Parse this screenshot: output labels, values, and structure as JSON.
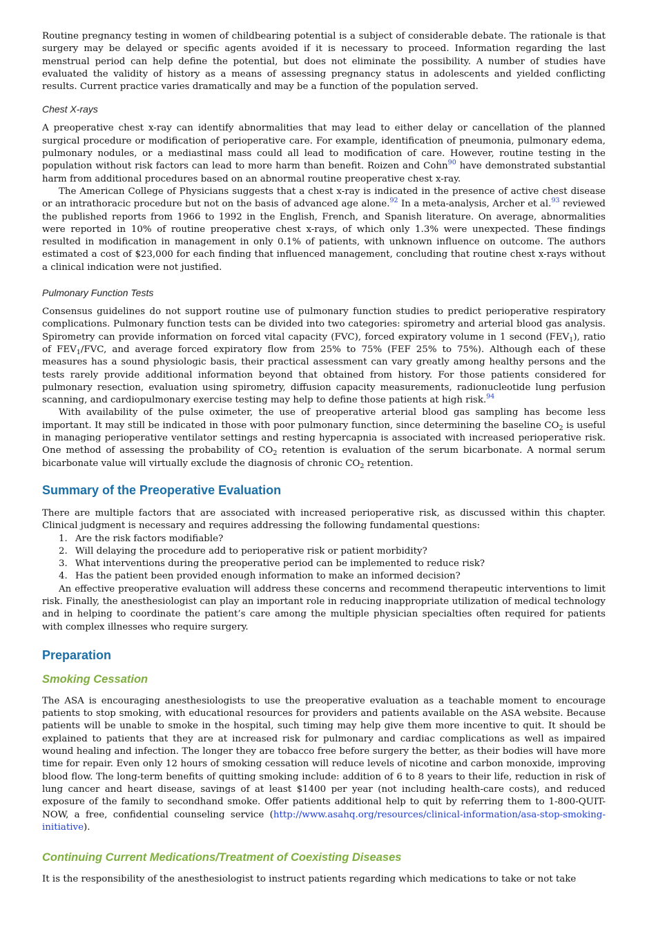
{
  "para_pregnancy": "Routine pregnancy testing in women of childbearing potential is a subject of considerable debate. The rationale is that surgery may be delayed or specific agents avoided if it is necessary to proceed. Information regarding the last menstrual period can help define the potential, but does not eliminate the possibility. A number of studies have evaluated the validity of history as a means of assessing pregnancy status in adolescents and yielded conflicting results. Current practice varies dramatically and may be a function of the population served.",
  "chest": {
    "heading": "Chest X-rays",
    "p1_a": "A preoperative chest x-ray can identify abnormalities that may lead to either delay or cancellation of the planned surgical procedure or modification of perioperative care. For example, identification of pneumonia, pulmonary edema, pulmonary nodules, or a mediastinal mass could all lead to modification of care. However, routine testing in the population without risk factors can lead to more harm than benefit. Roizen and Cohn",
    "ref90": "90",
    "p1_b": " have demonstrated substantial harm from additional procedures based on an abnormal routine preoperative chest x-ray.",
    "p2_a": "The American College of Physicians suggests that a chest x-ray is indicated in the presence of active chest disease or an intrathoracic procedure but not on the basis of advanced age alone.",
    "ref92": "92",
    "p2_b": " In a meta-analysis, Archer et al.",
    "ref93": "93",
    "p2_c": " reviewed the published reports from 1966 to 1992 in the English, French, and Spanish literature. On average, abnormalities were reported in 10% of routine preoperative chest x-rays, of which only 1.3% were unexpected. These findings resulted in modification in management in only 0.1% of patients, with unknown influence on outcome. The authors estimated a cost of $23,000 for each finding that influenced management, concluding that routine chest x-rays without a clinical indication were not justified."
  },
  "pft": {
    "heading": "Pulmonary Function Tests",
    "p1_a": "Consensus guidelines do not support routine use of pulmonary function studies to predict perioperative respiratory complications. Pulmonary function tests can be divided into two categories: spirometry and arterial blood gas analysis. Spirometry can provide information on forced vital capacity (FVC), forced expiratory volume in 1 second (FEV",
    "sub1": "1",
    "p1_b": "), ratio of FEV",
    "p1_c": "/FVC, and average forced expiratory flow from 25% to 75% (FEF 25% to 75%). Although each of these measures has a sound physiologic basis, their practical assessment can vary greatly among healthy persons and the tests rarely provide additional information beyond that obtained from history. For those patients considered for pulmonary resection, evaluation using spirometry, diffusion capacity measurements, radionucleotide lung perfusion scanning, and cardiopulmonary exercise testing may help to define those patients at high risk.",
    "ref94": "94",
    "p2_a": "With availability of the pulse oximeter, the use of preoperative arterial blood gas sampling has become less important. It may still be indicated in those with poor pulmonary function, since determining the baseline CO",
    "sub2": "2",
    "p2_b": " is useful in managing perioperative ventilator settings and resting hypercapnia is associated with increased perioperative risk. One method of assessing the probability of CO",
    "p2_c": " retention is evaluation of the serum bicarbonate. A normal serum bicarbonate value will virtually exclude the diagnosis of chronic CO",
    "p2_d": " retention."
  },
  "summary": {
    "heading": "Summary of the Preoperative Evaluation",
    "intro": "There are multiple factors that are associated with increased perioperative risk, as discussed within this chapter. Clinical judgment is necessary and requires addressing the following fundamental questions:",
    "questions": [
      {
        "num": "1.",
        "text": "Are the risk factors modifiable?"
      },
      {
        "num": "2.",
        "text": "Will delaying the procedure add to perioperative risk or patient morbidity?"
      },
      {
        "num": "3.",
        "text": "What interventions during the preoperative period can be implemented to reduce risk?"
      },
      {
        "num": "4.",
        "text": "Has the patient been provided enough information to make an informed decision?"
      }
    ],
    "closing": "An effective preoperative evaluation will address these concerns and recommend therapeutic interventions to limit risk. Finally, the anesthesiologist can play an important role in reducing inappropriate utilization of medical technology and in helping to coordinate the patient’s care among the multiple physician specialties often required for patients with complex illnesses who require surgery."
  },
  "preparation": {
    "heading": "Preparation",
    "smoking": {
      "heading": "Smoking Cessation",
      "text": "The ASA is encouraging anesthesiologists to use the preoperative evaluation as a teachable moment to encourage patients to stop smoking, with educational resources for providers and patients available on the ASA website. Because patients will be unable to smoke in the hospital, such timing may help give them more incentive to quit. It should be explained to patients that they are at increased risk for pulmonary and cardiac complications as well as impaired wound healing and infection. The longer they are tobacco free before surgery the better, as their bodies will have more time for repair. Even only 12 hours of smoking cessation will reduce levels of nicotine and carbon monoxide, improving blood flow. The long-term benefits of quitting smoking include: addition of 6 to 8 years to their life, reduction in risk of lung cancer and heart disease, savings of at least $1400 per year (not including health-care costs), and reduced exposure of the family to secondhand smoke. Offer patients additional help to quit by referring them to 1-800-QUIT-NOW, a free, confidential counseling service (",
      "link": "http://www.asahq.org/resources/clinical-information/asa-stop-smoking-initiative",
      "after_link": ")."
    },
    "medications": {
      "heading": "Continuing Current Medications/Treatment of Coexisting Diseases",
      "text": "It is the responsibility of the anesthesiologist to instruct patients regarding which medications to take or not take"
    }
  }
}
